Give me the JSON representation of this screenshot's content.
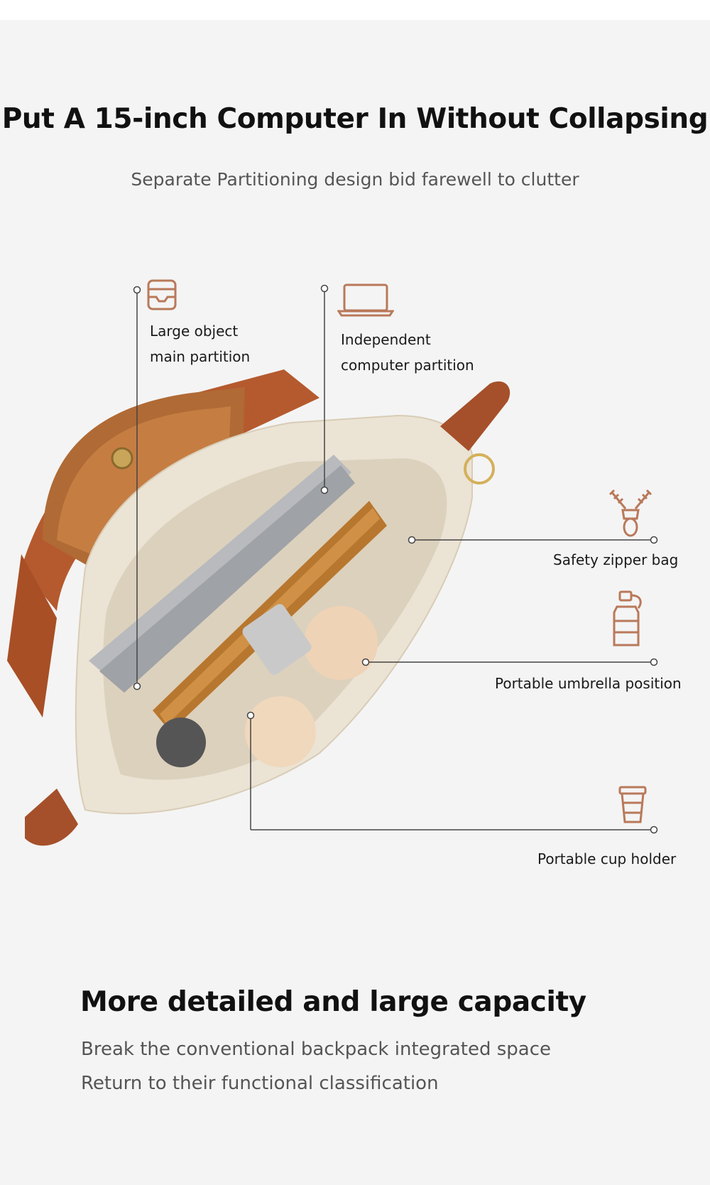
{
  "header": {
    "title": "Put A 15-inch Computer In Without Collapsing",
    "subtitle": "Separate Partitioning design bid farewell to clutter"
  },
  "features": {
    "large_object": {
      "line1": "Large object",
      "line2": "main partition",
      "icon": "tray-icon"
    },
    "computer": {
      "line1": "Independent",
      "line2": "computer partition",
      "icon": "laptop-icon"
    },
    "zipper": {
      "label": "Safety zipper bag",
      "icon": "zipper-icon"
    },
    "umbrella": {
      "label": "Portable umbrella position",
      "icon": "bottle-icon"
    },
    "cup": {
      "label": "Portable cup holder",
      "icon": "cup-icon"
    }
  },
  "capacity": {
    "title": "More detailed and large capacity",
    "line1": "Break the conventional backpack integrated space",
    "line2": "Return to their functional classification"
  },
  "colors": {
    "accent": "#b9795a",
    "leather": "#b5612f",
    "bag_body": "#ece4d6"
  }
}
